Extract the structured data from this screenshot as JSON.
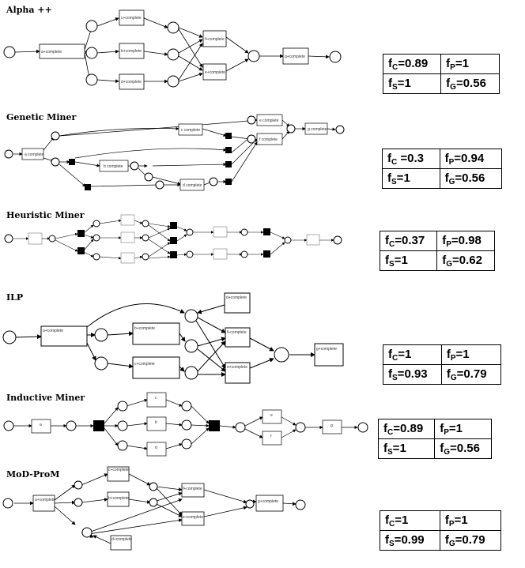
{
  "sections": [
    {
      "title": "Alpha ++",
      "labels": [
        "a+complete",
        "c+complete",
        "b+complete",
        "d+complete",
        "f+complete",
        "e+complete",
        "g+complete"
      ],
      "metrics": {
        "fc": "0.89",
        "fp": "1",
        "fs": "1",
        "fg": "0.56"
      }
    },
    {
      "title": "Genetic Miner",
      "labels": [
        "a complete",
        "c complete",
        "b complete",
        "d complete",
        "e complete",
        "f complete",
        "g complete"
      ],
      "metrics": {
        "fc": " =0.3",
        "fp": "0.94",
        "fs": "1",
        "fg": "0.56"
      }
    },
    {
      "title": "Heuristic Miner",
      "labels": [],
      "metrics": {
        "fc": "0.37",
        "fp": "0.98",
        "fs": "1",
        "fg": "0.62"
      }
    },
    {
      "title": "ILP",
      "labels": [
        "a+complete",
        "b+complete",
        "c+complete",
        "d+complete",
        "f+complete",
        "e+complete",
        "g+complete"
      ],
      "metrics": {
        "fc": "1",
        "fp": "1",
        "fs": "0.93",
        "fg": "0.79"
      }
    },
    {
      "title": "Inductive Miner",
      "labels": [
        "a",
        "c",
        "b",
        "d",
        "e",
        "f",
        "g"
      ],
      "metrics": {
        "fc": "0.89",
        "fp": "1",
        "fs": "1",
        "fg": "0.56"
      }
    },
    {
      "title": "MoD-ProM",
      "labels": [
        "a+complete",
        "c+complete",
        "b+complete",
        "f+complete",
        "e+complete",
        "g+complete",
        "d+complete"
      ],
      "metrics": {
        "fc": "1",
        "fp": "1",
        "fs": "0.99",
        "fg": "0.79"
      }
    }
  ],
  "metric_names": {
    "c": "C",
    "p": "P",
    "s": "S",
    "g": "G"
  }
}
